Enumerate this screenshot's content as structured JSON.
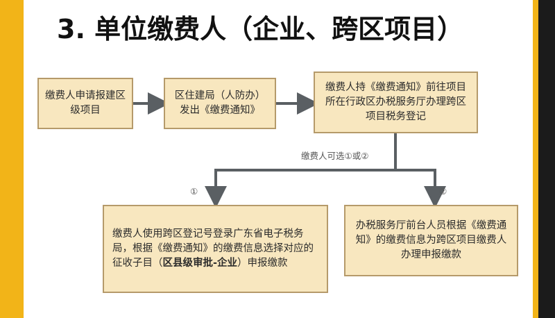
{
  "title": "3. 单位缴费人（企业、跨区项目）",
  "boxes": {
    "apply": "缴费人申请报建区级项目",
    "bureau": "区住建局（人防办）发出《缴费通知》",
    "register": "缴费人持《缴费通知》前往项目所在行政区办税服务厅办理跨区项目税务登记",
    "option1_text": "缴费人使用跨区登记号登录广东省电子税务局，根据《缴费通知》的缴费信息选择对应的征收子目（",
    "option1_bold": "区县级审批-企业",
    "option1_tail": "）申报缴款",
    "option2": "办税服务厅前台人员根据《缴费通知》的缴费信息为跨区项目缴费人办理申报缴款"
  },
  "labels": {
    "choice": "缴费人可选①或②",
    "option1_marker": "①",
    "option2_marker": "②"
  },
  "colors": {
    "background": "#f2b418",
    "box_fill": "#f8e7bf",
    "box_border": "#b59a6a",
    "arrow": "#5a5f63"
  }
}
